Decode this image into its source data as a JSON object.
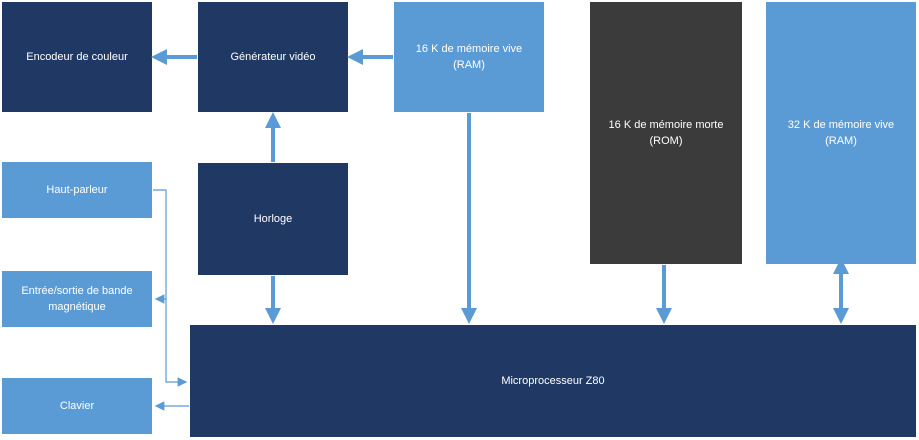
{
  "blocks": {
    "encodeur": "Encodeur de couleur",
    "generateur": "Générateur vidéo",
    "ram16": "16 K de mémoire vive\n(RAM)",
    "rom16": "16 K de mémoire morte\n(ROM)",
    "ram32": "32 K de mémoire vive\n(RAM)",
    "hautparleur": "Haut-parleur",
    "horloge": "Horloge",
    "bande": "Entrée/sortie de bande\nmagnétique",
    "clavier": "Clavier",
    "cpu": "Microprocesseur Z80"
  },
  "colors": {
    "dark_block": "#1f3864",
    "light_block": "#5b9bd5",
    "rom_block": "#3b3b3b",
    "arrow": "#5b9bd5"
  }
}
